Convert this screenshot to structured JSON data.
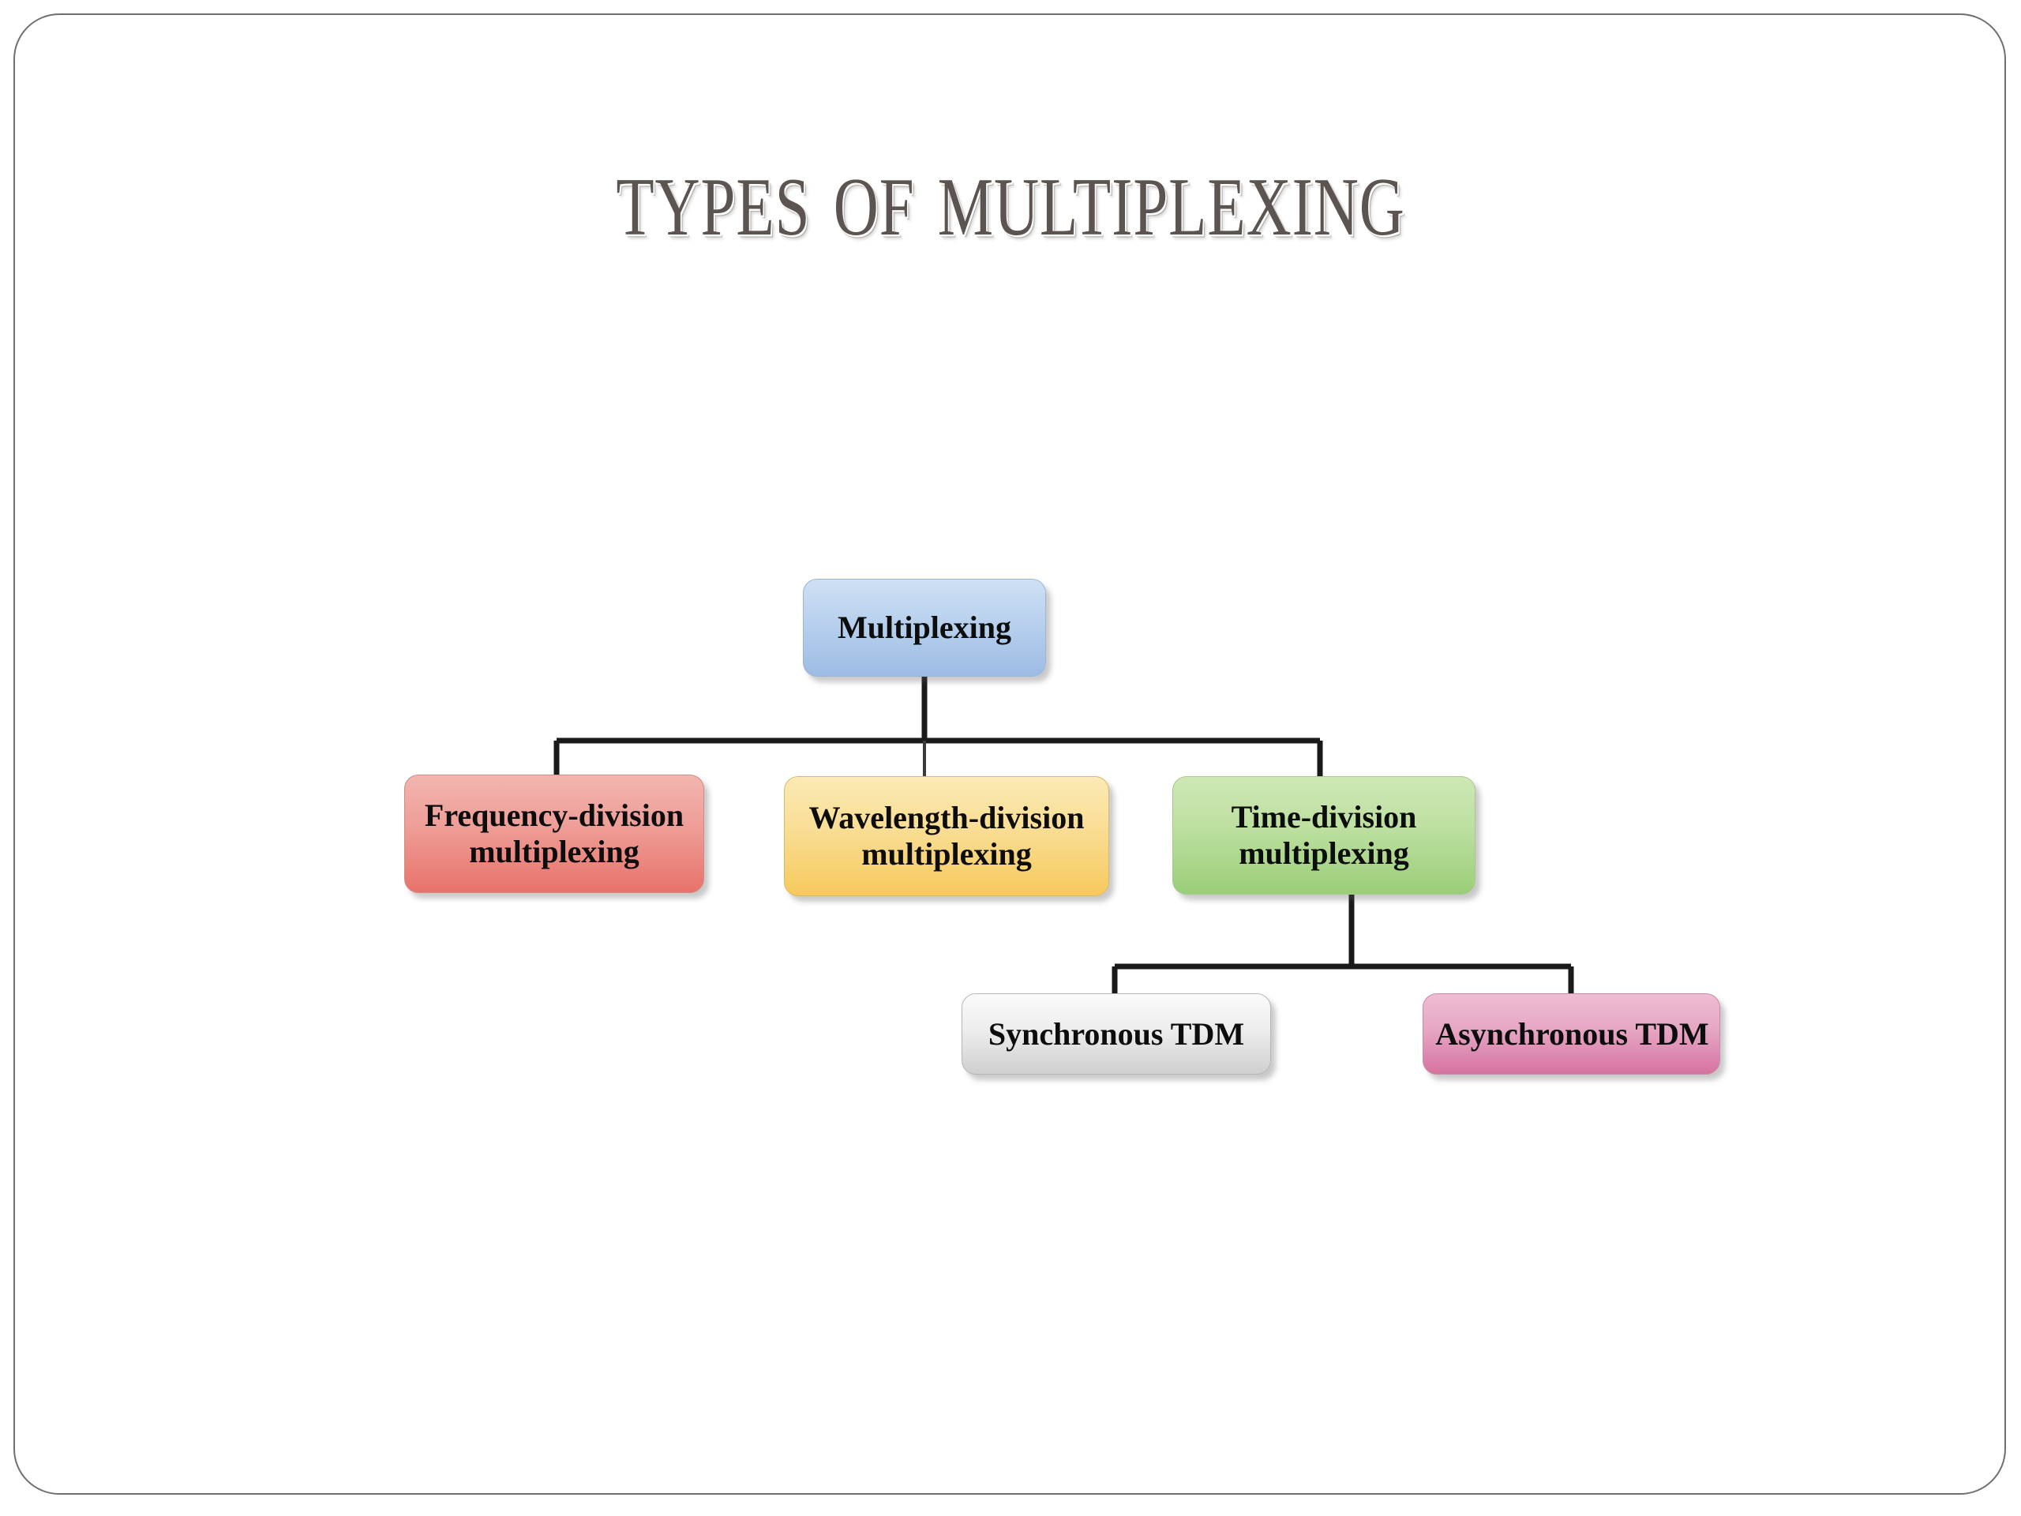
{
  "slide": {
    "title": "Types of Multiplexing",
    "title_color": "#5b5450",
    "background": "#ffffff",
    "frame_color": "#6f6f6f"
  },
  "diagram": {
    "type": "tree",
    "nodes": [
      {
        "id": "root",
        "label": "Multiplexing",
        "color": "#bdd4ef",
        "level": 0
      },
      {
        "id": "fdm",
        "label": "Frequency-division\nmultiplexing",
        "color": "#ee9d96",
        "level": 1
      },
      {
        "id": "wdm",
        "label": "Wavelength-division\nmultiplexing",
        "color": "#f9dd93",
        "level": 1
      },
      {
        "id": "tdm",
        "label": "Time-division\nmultiplexing",
        "color": "#bcdf9f",
        "level": 1
      },
      {
        "id": "sync-tdm",
        "label": "Synchronous TDM",
        "color": "#ededed",
        "level": 2
      },
      {
        "id": "async-tdm",
        "label": "Asynchronous TDM",
        "color": "#e6a6c4",
        "level": 2
      }
    ],
    "edges": [
      {
        "from": "root",
        "to": "fdm"
      },
      {
        "from": "root",
        "to": "wdm"
      },
      {
        "from": "root",
        "to": "tdm"
      },
      {
        "from": "tdm",
        "to": "sync-tdm"
      },
      {
        "from": "tdm",
        "to": "async-tdm"
      }
    ],
    "connector_color": "#1a1a1a"
  }
}
